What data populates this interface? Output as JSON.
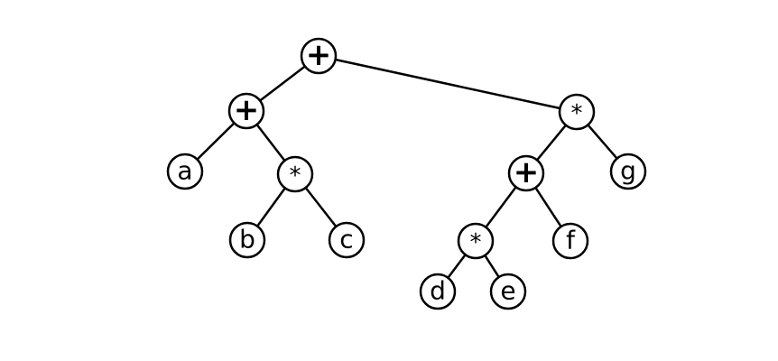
{
  "tree": {
    "nodes": [
      {
        "id": "root",
        "label": "+",
        "kind": "operator"
      },
      {
        "id": "lplus",
        "label": "+",
        "kind": "operator"
      },
      {
        "id": "a",
        "label": "a",
        "kind": "operand"
      },
      {
        "id": "lstar",
        "label": "*",
        "kind": "operator"
      },
      {
        "id": "b",
        "label": "b",
        "kind": "operand"
      },
      {
        "id": "c",
        "label": "c",
        "kind": "operand"
      },
      {
        "id": "rstar",
        "label": "*",
        "kind": "operator"
      },
      {
        "id": "rplus",
        "label": "+",
        "kind": "operator"
      },
      {
        "id": "g",
        "label": "g",
        "kind": "operand"
      },
      {
        "id": "istar",
        "label": "*",
        "kind": "operator"
      },
      {
        "id": "f",
        "label": "f",
        "kind": "operand"
      },
      {
        "id": "d",
        "label": "d",
        "kind": "operand"
      },
      {
        "id": "e",
        "label": "e",
        "kind": "operand"
      }
    ],
    "edges": [
      [
        "root",
        "lplus"
      ],
      [
        "root",
        "rstar"
      ],
      [
        "lplus",
        "a"
      ],
      [
        "lplus",
        "lstar"
      ],
      [
        "lstar",
        "b"
      ],
      [
        "lstar",
        "c"
      ],
      [
        "rstar",
        "rplus"
      ],
      [
        "rstar",
        "g"
      ],
      [
        "rplus",
        "istar"
      ],
      [
        "rplus",
        "f"
      ],
      [
        "istar",
        "d"
      ],
      [
        "istar",
        "e"
      ]
    ]
  },
  "colors": {
    "stroke": "#000000",
    "fill": "#ffffff",
    "background": "#ffffff"
  }
}
